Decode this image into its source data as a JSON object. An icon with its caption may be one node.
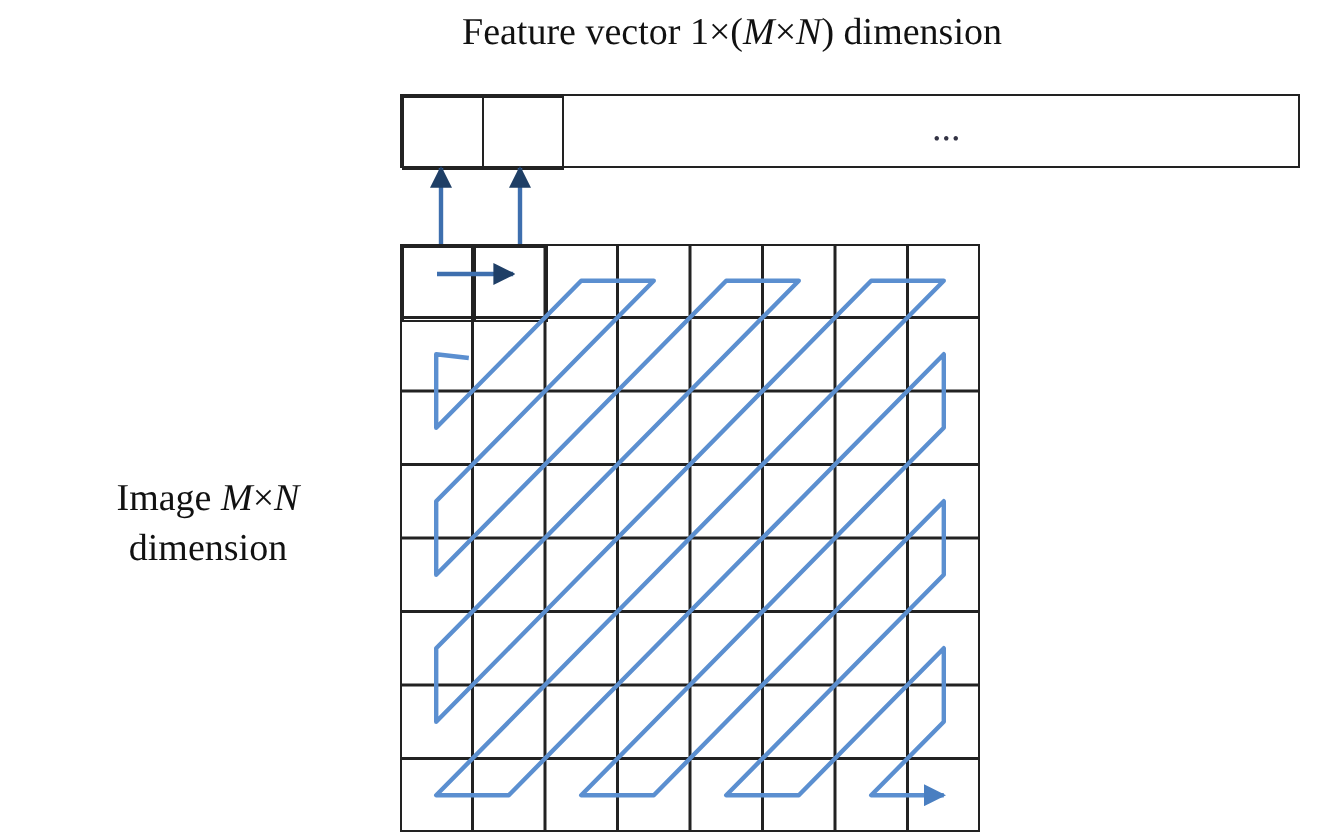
{
  "diagram": {
    "nodes": [
      {
        "text": [
          "Feature vector 1×(*M*×*N*) dimension",
          "..."
        ]
      },
      {
        "text": [],
        "shape": "box",
        "in": 0
      },
      {
        "text": [],
        "shape": "box",
        "in": 0
      },
      {
        "text": [
          "Image *M*×*N* dimension"
        ]
      },
      {
        "text": [],
        "shape": "box",
        "in": 3
      },
      {
        "text": [],
        "shape": "box",
        "in": 3
      }
    ],
    "edges": [
      {
        "from": 4,
        "to": 1,
        "arrow": "to"
      },
      {
        "from": 4,
        "to": 5,
        "arrow": "to"
      },
      {
        "from": 5,
        "to": 2,
        "arrow": "to"
      }
    ]
  }
}
